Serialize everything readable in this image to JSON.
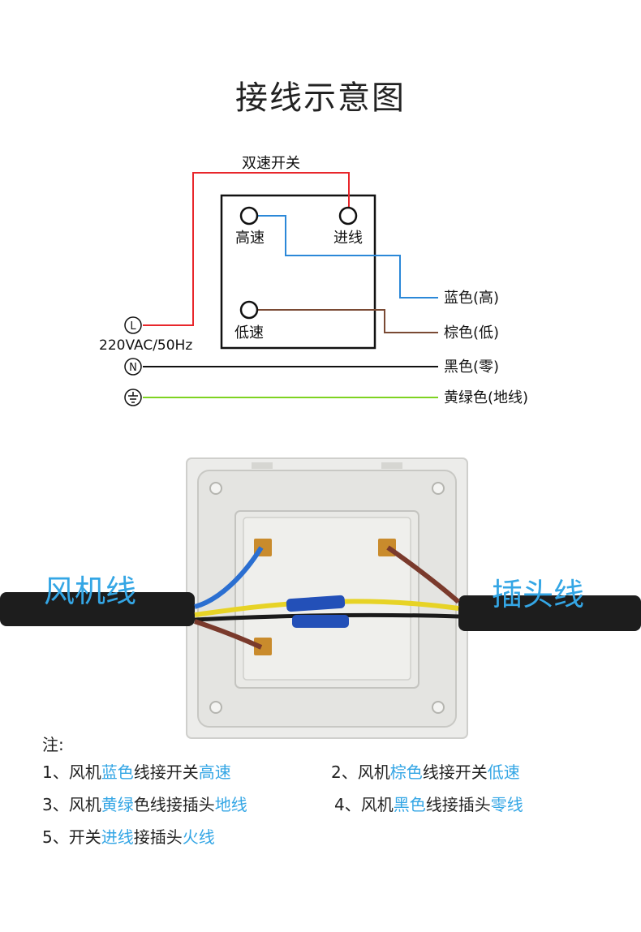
{
  "title": "接线示意图",
  "diagram": {
    "switch_label": "双速开关",
    "terminal_high": "高速",
    "terminal_in": "进线",
    "terminal_low": "低速",
    "symbol_L": "L",
    "symbol_N": "N",
    "power": "220VAC/50Hz",
    "wire_blue": "蓝色(高)",
    "wire_brown": "棕色(低)",
    "wire_black": "黑色(零)",
    "wire_ground": "黄绿色(地线)",
    "colors": {
      "live": "#e8262b",
      "blue": "#2b88d8",
      "brown": "#7a4a34",
      "black": "#111111",
      "ground": "#7ed321"
    }
  },
  "photo": {
    "left_label": "风机线",
    "right_label": "插头线"
  },
  "notes": {
    "heading": "注:",
    "n1": {
      "a": "1、风机",
      "b": "蓝色",
      "c": "线接开关",
      "d": "高速"
    },
    "n2": {
      "a": "2、风机",
      "b": "棕色",
      "c": "线接开关",
      "d": "低速"
    },
    "n3": {
      "a": "3、风机",
      "b": "黄绿",
      "c": "色线接插头",
      "d": "地线"
    },
    "n4": {
      "a": "4、风机",
      "b": "黑色",
      "c": "线接插头",
      "d": "零线"
    },
    "n5": {
      "a": "5、开关",
      "b": "进线",
      "c": "接插头",
      "d": "火线"
    }
  }
}
